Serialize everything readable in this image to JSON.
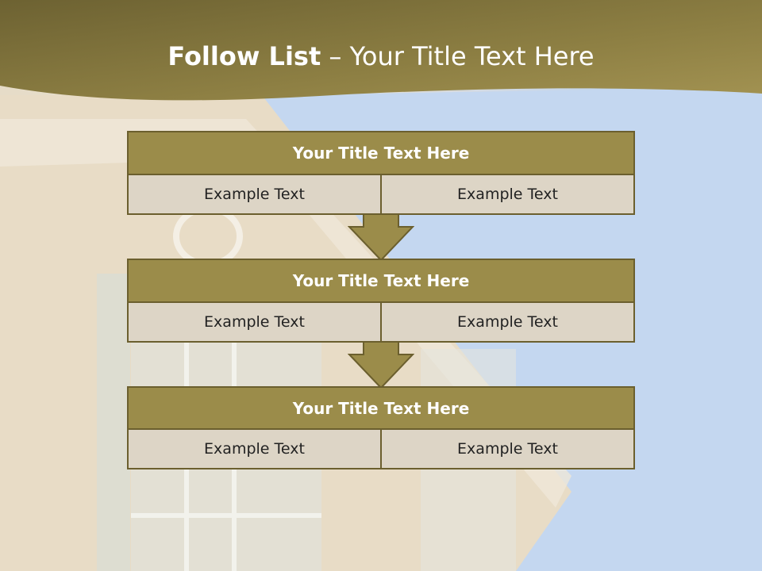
{
  "title": {
    "bold": "Follow List",
    "rest": " – Your Title Text Here"
  },
  "steps": [
    {
      "heading": "Your Title Text Here",
      "left": "Example Text",
      "right": "Example Text"
    },
    {
      "heading": "Your Title Text Here",
      "left": "Example Text",
      "right": "Example Text"
    },
    {
      "heading": "Your Title Text Here",
      "left": "Example Text",
      "right": "Example Text"
    }
  ],
  "colors": {
    "band": "#8e8042",
    "box_header": "#9b8c4a",
    "cell": "#ddd5c6",
    "border": "#6b5f2e"
  }
}
